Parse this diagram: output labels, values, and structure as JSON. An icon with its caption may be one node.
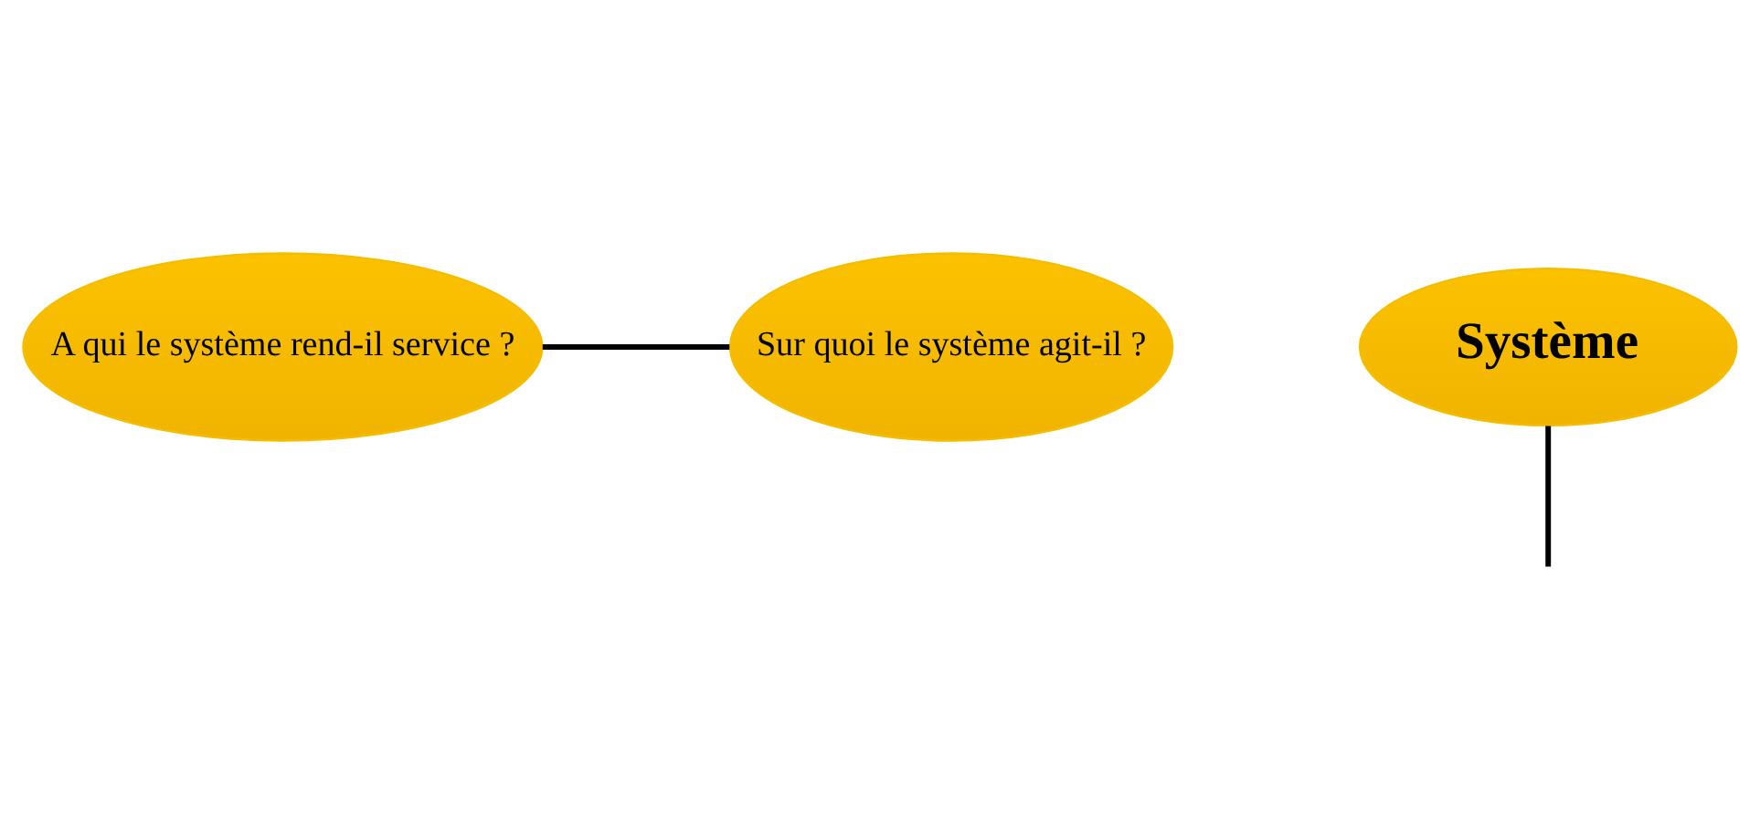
{
  "diagram": {
    "nodes": [
      {
        "text": [
          "A qui le système rend-il service ?"
        ]
      },
      {
        "text": [
          "Sur quoi le système agit-il ?"
        ]
      },
      {
        "text": [
          "Système"
        ]
      }
    ],
    "edges": [
      {
        "from": 0,
        "to": 1,
        "arrow": "none"
      },
      {
        "from": 2,
        "to": null,
        "arrow": "none"
      }
    ]
  }
}
